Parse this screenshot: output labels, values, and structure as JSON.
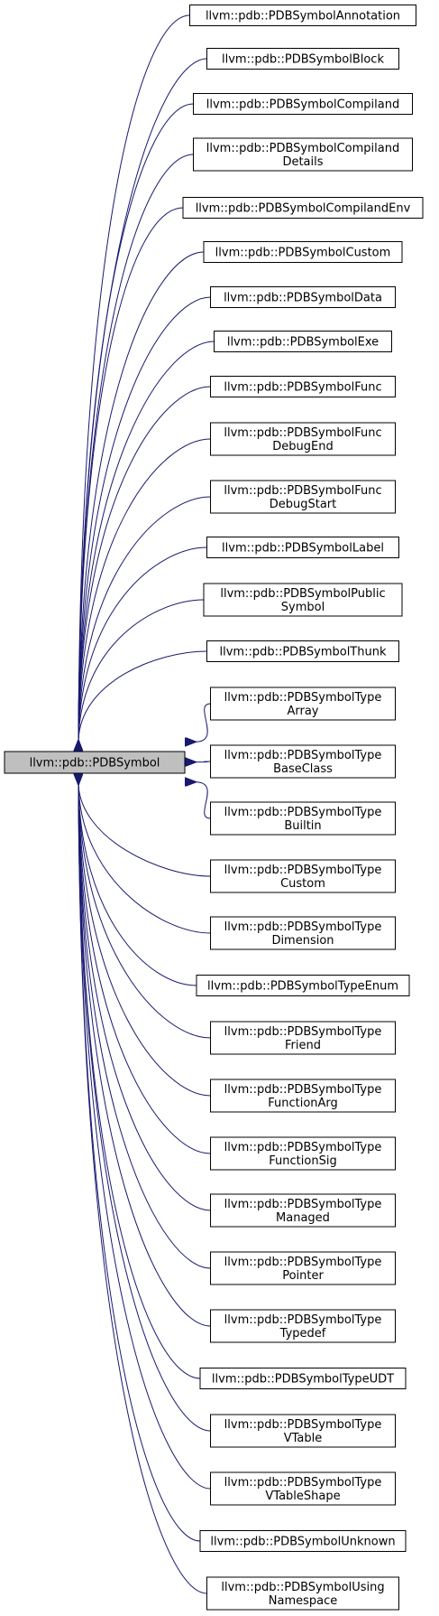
{
  "colors": {
    "edge": "#191970",
    "node_border": "#000000",
    "node_fill": "#ffffff",
    "root_fill": "#bfbfbf",
    "text": "#000000"
  },
  "root": {
    "lines": [
      "llvm::pdb::PDBSymbol"
    ]
  },
  "children": [
    {
      "lines": [
        "llvm::pdb::PDBSymbolAnnotation"
      ]
    },
    {
      "lines": [
        "llvm::pdb::PDBSymbolBlock"
      ]
    },
    {
      "lines": [
        "llvm::pdb::PDBSymbolCompiland"
      ]
    },
    {
      "lines": [
        "llvm::pdb::PDBSymbolCompiland",
        "Details"
      ]
    },
    {
      "lines": [
        "llvm::pdb::PDBSymbolCompilandEnv"
      ]
    },
    {
      "lines": [
        "llvm::pdb::PDBSymbolCustom"
      ]
    },
    {
      "lines": [
        "llvm::pdb::PDBSymbolData"
      ]
    },
    {
      "lines": [
        "llvm::pdb::PDBSymbolExe"
      ]
    },
    {
      "lines": [
        "llvm::pdb::PDBSymbolFunc"
      ]
    },
    {
      "lines": [
        "llvm::pdb::PDBSymbolFunc",
        "DebugEnd"
      ]
    },
    {
      "lines": [
        "llvm::pdb::PDBSymbolFunc",
        "DebugStart"
      ]
    },
    {
      "lines": [
        "llvm::pdb::PDBSymbolLabel"
      ]
    },
    {
      "lines": [
        "llvm::pdb::PDBSymbolPublic",
        "Symbol"
      ]
    },
    {
      "lines": [
        "llvm::pdb::PDBSymbolThunk"
      ]
    },
    {
      "lines": [
        "llvm::pdb::PDBSymbolType",
        "Array"
      ]
    },
    {
      "lines": [
        "llvm::pdb::PDBSymbolType",
        "BaseClass"
      ]
    },
    {
      "lines": [
        "llvm::pdb::PDBSymbolType",
        "Builtin"
      ]
    },
    {
      "lines": [
        "llvm::pdb::PDBSymbolType",
        "Custom"
      ]
    },
    {
      "lines": [
        "llvm::pdb::PDBSymbolType",
        "Dimension"
      ]
    },
    {
      "lines": [
        "llvm::pdb::PDBSymbolTypeEnum"
      ]
    },
    {
      "lines": [
        "llvm::pdb::PDBSymbolType",
        "Friend"
      ]
    },
    {
      "lines": [
        "llvm::pdb::PDBSymbolType",
        "FunctionArg"
      ]
    },
    {
      "lines": [
        "llvm::pdb::PDBSymbolType",
        "FunctionSig"
      ]
    },
    {
      "lines": [
        "llvm::pdb::PDBSymbolType",
        "Managed"
      ]
    },
    {
      "lines": [
        "llvm::pdb::PDBSymbolType",
        "Pointer"
      ]
    },
    {
      "lines": [
        "llvm::pdb::PDBSymbolType",
        "Typedef"
      ]
    },
    {
      "lines": [
        "llvm::pdb::PDBSymbolTypeUDT"
      ]
    },
    {
      "lines": [
        "llvm::pdb::PDBSymbolType",
        "VTable"
      ]
    },
    {
      "lines": [
        "llvm::pdb::PDBSymbolType",
        "VTableShape"
      ]
    },
    {
      "lines": [
        "llvm::pdb::PDBSymbolUnknown"
      ]
    },
    {
      "lines": [
        "llvm::pdb::PDBSymbolUsing",
        "Namespace"
      ]
    }
  ]
}
